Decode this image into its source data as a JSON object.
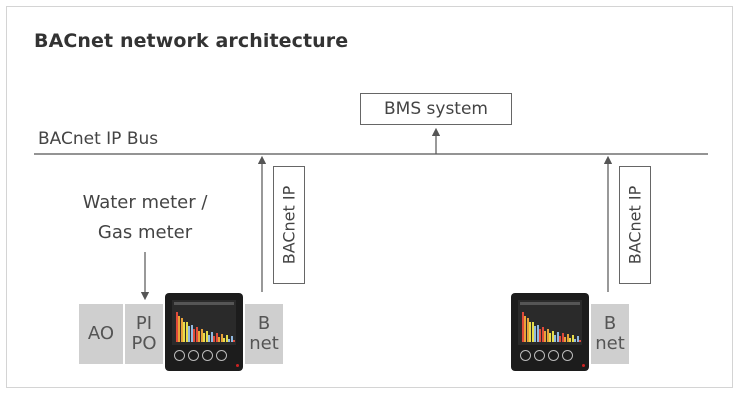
{
  "title": "BACnet network architecture",
  "bms_label": "BMS system",
  "bus_label": "BACnet IP Bus",
  "meter_label_line1": "Water meter /",
  "meter_label_line2": "Gas meter",
  "link_label": "BACnet IP",
  "left_group": {
    "ao_label": "AO",
    "pi_label": "PI",
    "po_label": "PO",
    "bnet_b": "B",
    "bnet_net": "net"
  },
  "right_group": {
    "bnet_b": "B",
    "bnet_net": "net"
  },
  "device_bar_colors": [
    "#e04a3a",
    "#e8a23a",
    "#e6dc4a",
    "#8fb8e0"
  ]
}
